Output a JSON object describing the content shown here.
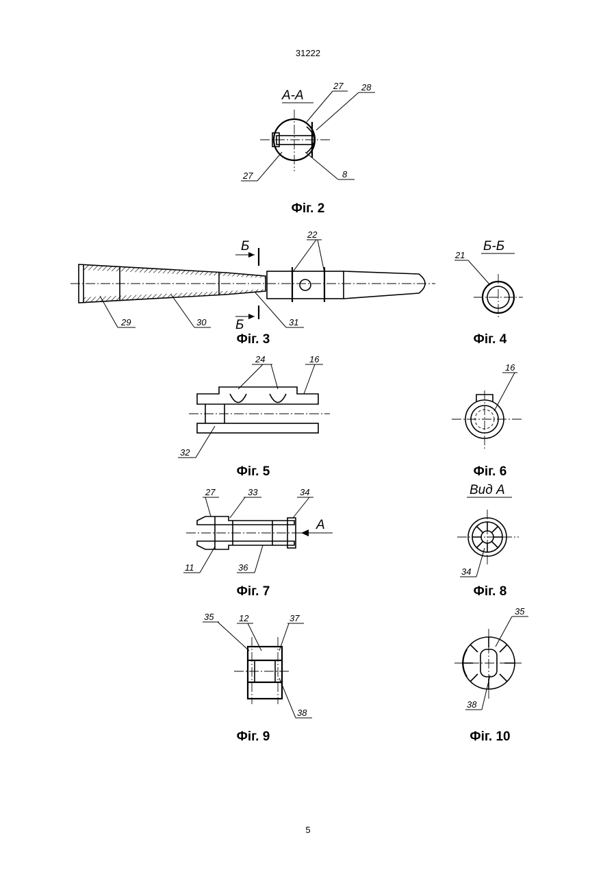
{
  "header": {
    "doc_number": "31222"
  },
  "footer": {
    "page_number": "5"
  },
  "figures": {
    "fig2": {
      "caption": "Фіг. 2",
      "section": "А-А",
      "labels": [
        "27",
        "28",
        "27",
        "8"
      ]
    },
    "fig3": {
      "caption": "Фіг. 3",
      "section_mark": "Б",
      "labels": [
        "22",
        "29",
        "30",
        "31"
      ]
    },
    "fig4": {
      "caption": "Фіг. 4",
      "section": "Б-Б",
      "labels": [
        "21"
      ]
    },
    "fig5": {
      "caption": "Фіг. 5",
      "labels": [
        "24",
        "16",
        "32"
      ]
    },
    "fig6": {
      "caption": "Фіг. 6",
      "labels": [
        "16"
      ]
    },
    "fig7": {
      "caption": "Фіг. 7",
      "view_mark": "А",
      "labels": [
        "27",
        "33",
        "34",
        "11",
        "36"
      ]
    },
    "fig8": {
      "caption": "Фіг. 8",
      "section": "Вид А",
      "labels": [
        "34"
      ]
    },
    "fig9": {
      "caption": "Фіг. 9",
      "labels": [
        "35",
        "12",
        "37",
        "38"
      ]
    },
    "fig10": {
      "caption": "Фіг. 10",
      "labels": [
        "35",
        "38"
      ]
    }
  }
}
